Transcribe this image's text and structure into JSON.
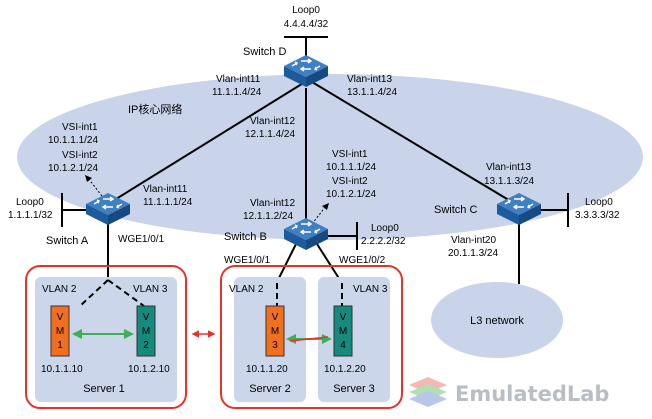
{
  "core_network": {
    "label": "IP核心网络"
  },
  "switch_d": {
    "name": "Switch D",
    "loop_name": "Loop0",
    "loop_ip": "4.4.4.4/32",
    "if_left_name": "Vlan-int11",
    "if_left_ip": "11.1.1.4/24",
    "if_mid_name": "Vlan-int12",
    "if_mid_ip": "12.1.1.4/24",
    "if_right_name": "Vlan-int13",
    "if_right_ip": "13.1.1.4/24"
  },
  "switch_a": {
    "name": "Switch A",
    "loop_name": "Loop0",
    "loop_ip": "1.1.1.1/32",
    "vsi1_name": "VSI-int1",
    "vsi1_ip": "10.1.1.1/24",
    "vsi2_name": "VSI-int2",
    "vsi2_ip": "10.1.2.1/24",
    "vlan_name": "Vlan-int11",
    "vlan_ip": "11.1.1.1/24",
    "port": "WGE1/0/1"
  },
  "switch_b": {
    "name": "Switch B",
    "loop_name": "Loop0",
    "loop_ip": "2.2.2.2/32",
    "vsi1_name": "VSI-int1",
    "vsi1_ip": "10.1.1.1/24",
    "vsi2_name": "VSI-int2",
    "vsi2_ip": "10.1.2.1/24",
    "vlan_name": "Vlan-int12",
    "vlan_ip": "12.1.1.2/24",
    "port1": "WGE1/0/1",
    "port2": "WGE1/0/2"
  },
  "switch_c": {
    "name": "Switch C",
    "loop_name": "Loop0",
    "loop_ip": "3.3.3.3/32",
    "vlan13_name": "Vlan-int13",
    "vlan13_ip": "13.1.1.3/24",
    "vlan20_name": "Vlan-int20",
    "vlan20_ip": "20.1.1.3/24"
  },
  "l3_network": {
    "label": "L3 network"
  },
  "server1": {
    "name": "Server 1",
    "vlan_left": "VLAN 2",
    "vlan_right": "VLAN 3",
    "vm_left": [
      "V",
      "M",
      "1"
    ],
    "vm_right": [
      "V",
      "M",
      "2"
    ],
    "ip_left": "10.1.1.10",
    "ip_right": "10.1.2.10"
  },
  "server2": {
    "name": "Server 2",
    "vlan": "VLAN 2",
    "vm": [
      "V",
      "M",
      "3"
    ],
    "ip": "10.1.1.20"
  },
  "server3": {
    "name": "Server 3",
    "vlan": "VLAN 3",
    "vm": [
      "V",
      "M",
      "4"
    ],
    "ip": "10.1.2.20"
  },
  "watermark": {
    "text": "EmulatedLab"
  },
  "colors": {
    "ellipse": "#c9d4ea",
    "server_bg": "#ccd6ea",
    "frame": "#e8312a",
    "vm_orange": "#f07020",
    "vm_teal": "#168a7c",
    "arrow_green": "#3cb054",
    "switch": "#1e5b9c"
  }
}
